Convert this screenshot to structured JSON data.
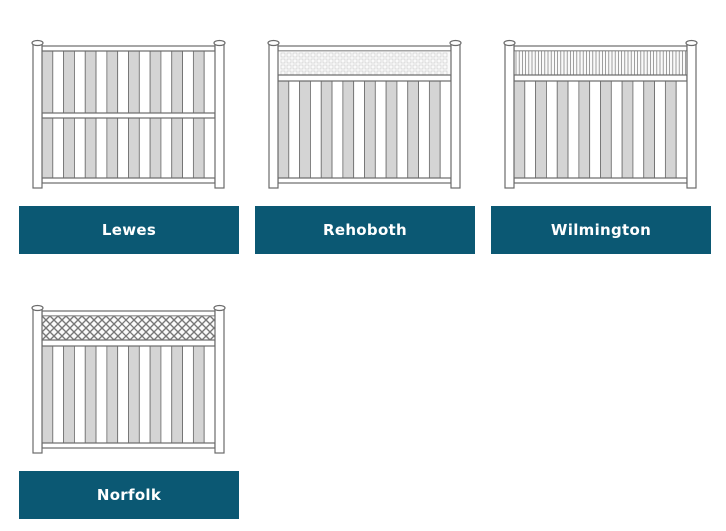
{
  "colors": {
    "button": "#0b5873",
    "board_grey": "#d4d4d4",
    "outline": "#6b6b6b"
  },
  "fences": [
    {
      "name": "Lewes",
      "top_style": "none"
    },
    {
      "name": "Rehoboth",
      "top_style": "lattice"
    },
    {
      "name": "Wilmington",
      "top_style": "spindle"
    },
    {
      "name": "Norfolk",
      "top_style": "diamond"
    }
  ]
}
